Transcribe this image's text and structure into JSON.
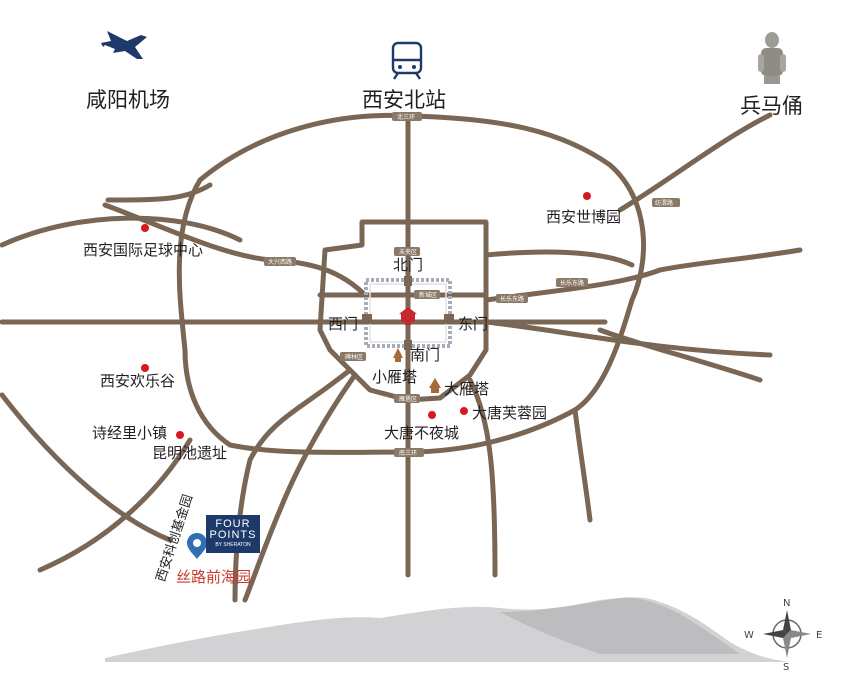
{
  "transport": {
    "airport": "咸阳机场",
    "north_station": "西安北站",
    "terracotta": "兵马俑"
  },
  "gates": {
    "north": "北门",
    "west": "西门",
    "east": "东门",
    "south": "南门"
  },
  "poi": {
    "expo_garden": "西安世博园",
    "football_center": "西安国际足球中心",
    "happy_valley": "西安欢乐谷",
    "shijingli": "诗经里小镇",
    "kunming_pool": "昆明池遗址",
    "small_goose": "小雁塔",
    "big_goose": "大雁塔",
    "furong_garden": "大唐芙蓉园",
    "everbright_city": "大唐不夜城"
  },
  "hotel": {
    "brand_line1": "FOUR",
    "brand_line2": "POINTS",
    "brand_sub": "BY SHERATON",
    "fund_park": "西安科创基金园",
    "location": "丝路前海园"
  },
  "compass": {
    "n": "N",
    "s": "S",
    "e": "E",
    "w": "W"
  },
  "road_tags": {
    "weiyang": "未央区",
    "xincheng": "新城区",
    "beilin": "碑林区",
    "yanta": "雁塔区",
    "ring3_north": "北三环",
    "ring3_south": "南三环",
    "ring2_east": "长乐东路",
    "changle": "长乐东路",
    "dakai": "大兴西路",
    "fangyuan": "纺渭路"
  },
  "colors": {
    "road": "#7a6654",
    "tag": "#8a7967",
    "poi_dot": "#d71920",
    "hotel_navy": "#1e3a6b",
    "hotel_text": "#c73a2c",
    "mountain": "#d2d2d4",
    "wall": "#a6adb9"
  }
}
